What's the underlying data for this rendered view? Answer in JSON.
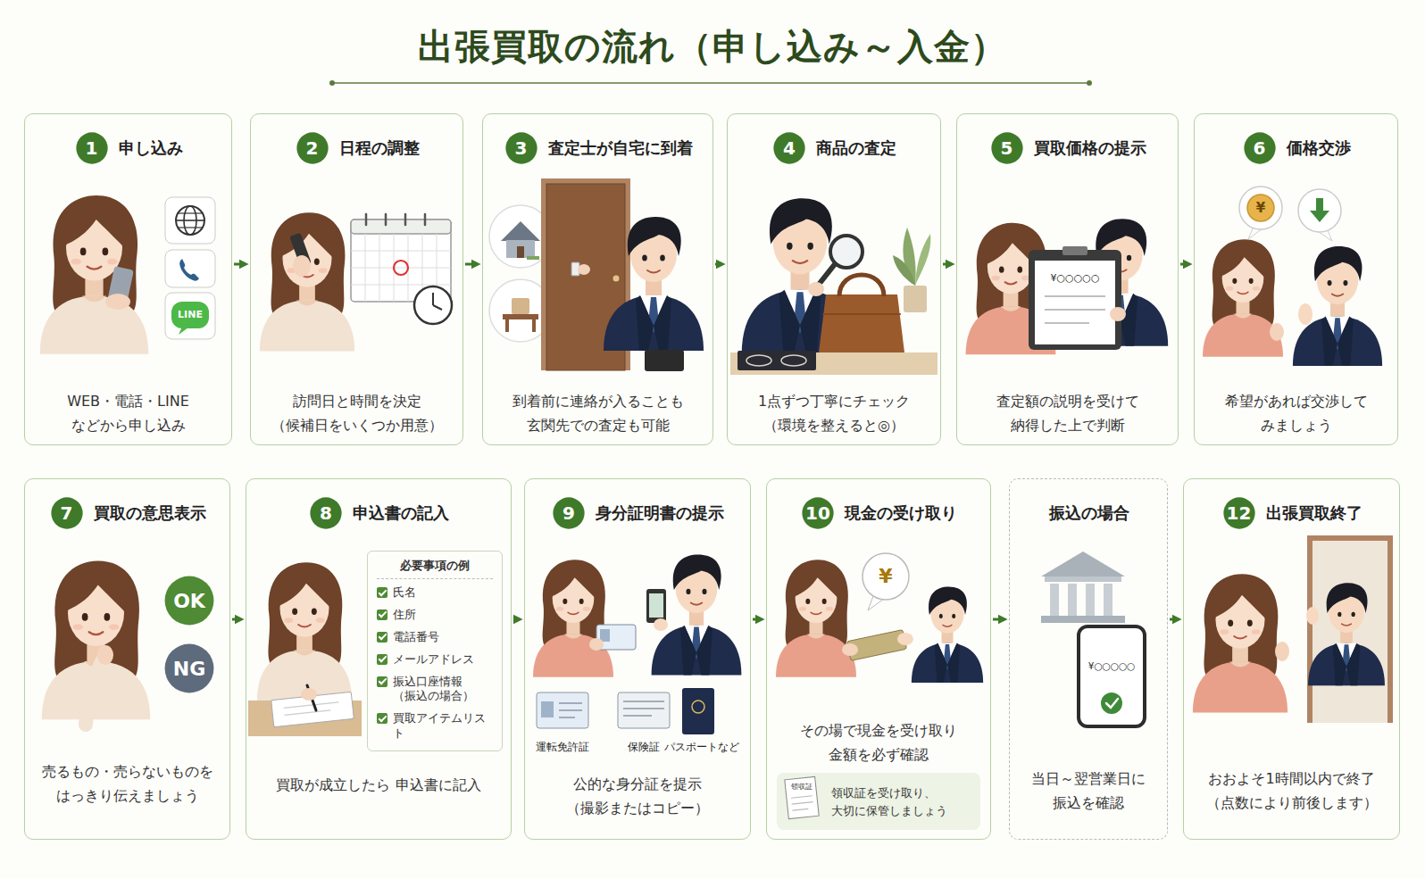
{
  "diagram": {
    "title": "出張買取の流れ（申し込み～入金）",
    "nodes": [
      {
        "text": [
          "申し込み",
          "WEB・電話・LINE などから申し込み"
        ]
      },
      {
        "text": [
          "1"
        ],
        "in": 0
      },
      {
        "text": [
          "日程の調整",
          "訪問日と時間を決定 （候補日をいくつか用意）"
        ]
      },
      {
        "text": [
          "2"
        ],
        "in": 2
      },
      {
        "text": [
          "査定士が自宅に到着",
          "到着前に連絡が入ることも 玄関先での査定も可能"
        ]
      },
      {
        "text": [
          "3"
        ],
        "in": 4
      },
      {
        "text": [
          "商品の査定",
          "1点ずつ丁寧にチェック （環境を整えると◎）"
        ]
      },
      {
        "text": [
          "4"
        ],
        "in": 6
      },
      {
        "text": [
          "買取価格の提示",
          "査定額の説明を受けて 納得した上で判断"
        ]
      },
      {
        "text": [
          "5"
        ],
        "in": 8
      },
      {
        "text": [
          "価格交渉",
          "希望があれば交渉して みましょう"
        ]
      },
      {
        "text": [
          "6"
        ],
        "in": 10
      },
      {
        "text": [
          "買取の意思表示",
          "売るもの・売らないものを はっきり伝えましょう"
        ]
      },
      {
        "text": [
          "7"
        ],
        "in": 12
      },
      {
        "text": [
          "OK"
        ],
        "in": 12
      },
      {
        "text": [
          "NG"
        ],
        "in": 12
      },
      {
        "text": [
          "申込書の記入",
          "買取が成立したら 申込書に記入"
        ]
      },
      {
        "text": [
          "8"
        ],
        "in": 16
      },
      {
        "text": [
          "必要事項の例",
          "氏名",
          "住所",
          "電話番号",
          "メールアドレス",
          "振込口座情報 （振込の場合）",
          "買取アイテムリスト"
        ],
        "in": 16
      },
      {
        "text": [
          "身分証明書の提示",
          "公的な身分証を提示 （撮影またはコピー）"
        ]
      },
      {
        "text": [
          "9"
        ],
        "in": 19
      },
      {
        "text": [
          "現金の受け取り",
          "その場で現金を受け取り 金額を必ず確認"
        ]
      },
      {
        "text": [
          "10"
        ],
        "in": 21
      },
      {
        "text": [
          "領収証を受け取り、 大切に保管しましょう"
        ],
        "in": 21
      },
      {
        "text": [
          "振込の場合",
          "当日～翌営業日に 振込を確認"
        ]
      },
      {
        "text": [
          "出張買取終了",
          "おおよそ1時間以内で終了 （点数により前後します）"
        ]
      },
      {
        "text": [
          "12"
        ],
        "in": 25
      }
    ],
    "edges": [
      {
        "from": 0,
        "to": 2,
        "arrow": "to"
      },
      {
        "from": 2,
        "to": 4,
        "arrow": "to"
      },
      {
        "from": 4,
        "to": 6,
        "arrow": "to"
      },
      {
        "from": 6,
        "to": 8,
        "arrow": "to"
      },
      {
        "from": 8,
        "to": 10,
        "arrow": "to"
      },
      {
        "from": 12,
        "to": 16,
        "arrow": "to"
      },
      {
        "from": 16,
        "to": 19,
        "arrow": "to"
      },
      {
        "from": 19,
        "to": 21,
        "arrow": "to"
      },
      {
        "from": 21,
        "to": 24,
        "arrow": "to"
      },
      {
        "from": 24,
        "to": 25,
        "arrow": "to"
      }
    ],
    "labels": [
      "LINE",
      "¥○○○○○",
      "¥",
      "運転免許証",
      "保険証",
      "パスポートなど",
      "¥",
      "領収証",
      "¥○○○○○"
    ]
  }
}
